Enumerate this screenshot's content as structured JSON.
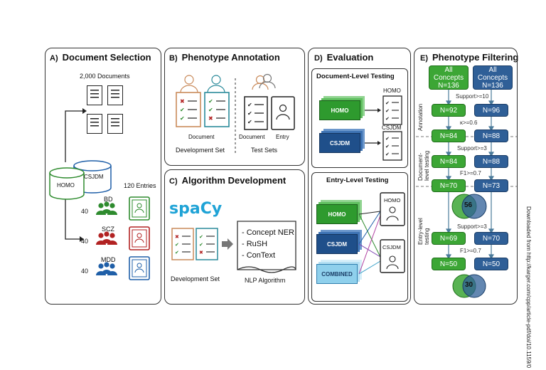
{
  "panelA": {
    "letter": "A)",
    "title": "Document Selection",
    "doc_count": "2,000 Documents",
    "db1": "HOMO",
    "db2": "CSJDM",
    "entries": "120 Entries",
    "groups": [
      {
        "label": "BD",
        "count": "40",
        "color": "#2e8b2e"
      },
      {
        "label": "SCZ",
        "count": "40",
        "color": "#b22222"
      },
      {
        "label": "MDD",
        "count": "40",
        "color": "#1f5fa8"
      }
    ]
  },
  "panelB": {
    "letter": "B)",
    "title": "Phenotype Annotation",
    "document": "Document",
    "dev_set": "Development Set",
    "document2": "Document",
    "entry": "Entry",
    "test_sets": "Test Sets"
  },
  "panelC": {
    "letter": "C)",
    "title": "Algorithm Development",
    "logo": "spaCy",
    "items": [
      "- Concept NER",
      "- RuSH",
      "- ConText"
    ],
    "dev_set": "Development Set",
    "nlp": "NLP Algorithm"
  },
  "panelD": {
    "letter": "D)",
    "title": "Evaluation",
    "doc_level": "Document-Level Testing",
    "homo": "HOMO",
    "csjdm": "CSJDM",
    "entry_level": "Entry-Level Testing",
    "combined": "COMBINED"
  },
  "panelE": {
    "letter": "E)",
    "title": "Phenotype Filtering",
    "all_g": "All Concepts N=136",
    "all_b": "All Concepts N=136",
    "annotation": "Annotation",
    "doc_testing": "Document-level testing",
    "entry_testing": "Entry-level testing",
    "support10": "Support>=10",
    "kappa": "κ>=0.6",
    "support3a": "Support>=3",
    "f1a": "F1>=0.7",
    "support3b": "Support>=3",
    "f1b": "F1>=0.7",
    "g": [
      "N=92",
      "N=84",
      "N=84",
      "N=70",
      "N=69",
      "N=50"
    ],
    "b": [
      "N=96",
      "N=88",
      "N=88",
      "N=73",
      "N=70",
      "N=50"
    ],
    "venn1": "56",
    "venn2": "30"
  },
  "side_note": "Downloaded from http://karger.com/cpp/article-pdf/doi/10.1159/0"
}
